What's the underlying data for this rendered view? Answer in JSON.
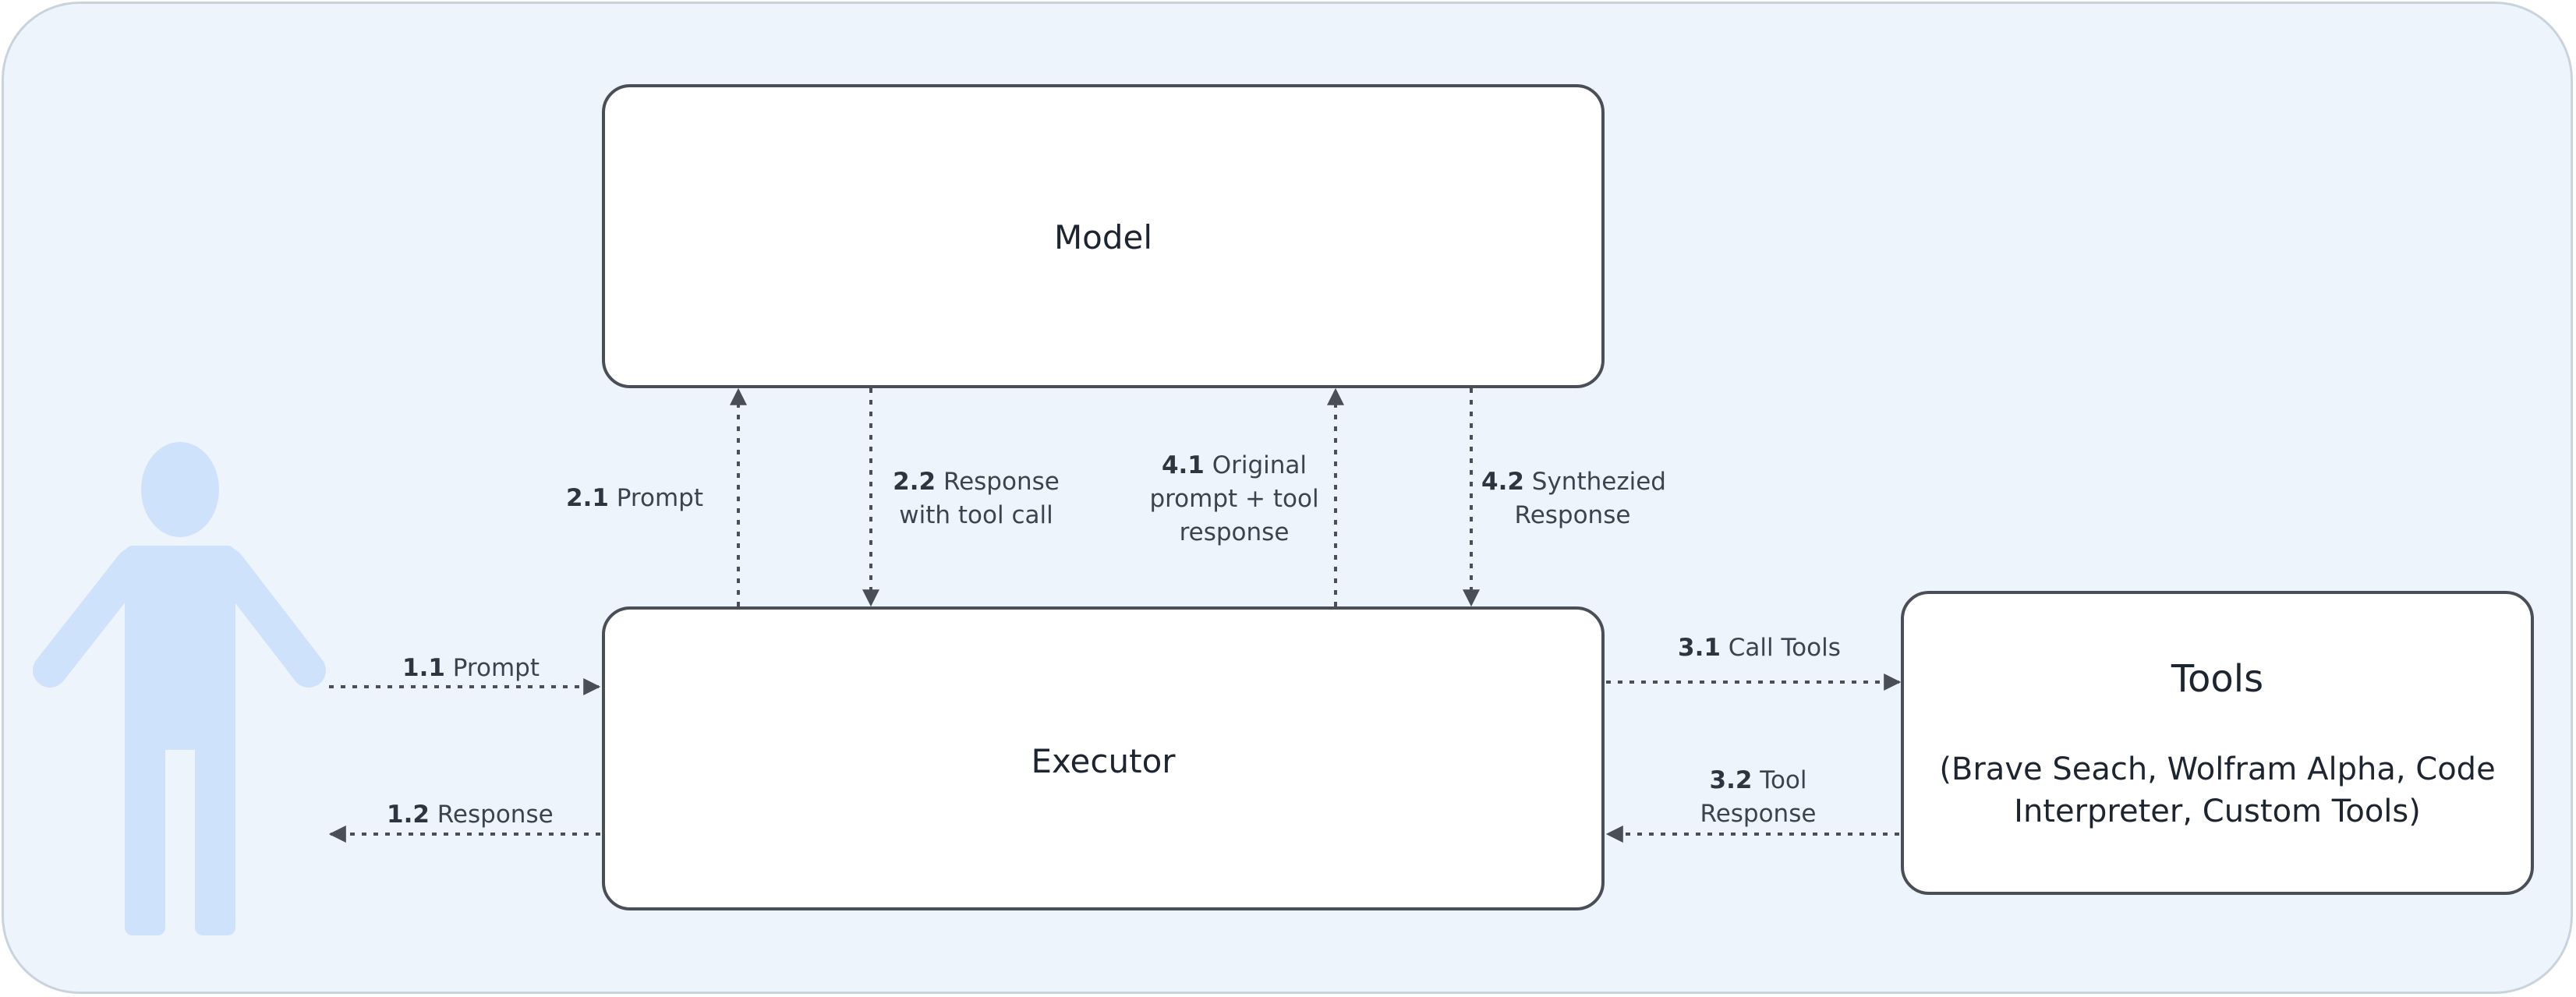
{
  "nodes": {
    "model": "Model",
    "executor": "Executor",
    "tools": {
      "title": "Tools",
      "description": "(Brave Seach, Wolfram Alpha, Code Interpreter, Custom Tools)"
    }
  },
  "edges": {
    "e1_1": {
      "num": "1.1",
      "text": "Prompt"
    },
    "e1_2": {
      "num": "1.2",
      "text": "Response"
    },
    "e2_1": {
      "num": "2.1",
      "text": "Prompt"
    },
    "e2_2": {
      "num": "2.2",
      "text": "Response",
      "text2": "with tool call"
    },
    "e4_1": {
      "num": "4.1",
      "text": "Original",
      "text2": "prompt + tool",
      "text3": "response"
    },
    "e4_2": {
      "num": "4.2",
      "text": "Synthezied",
      "text2": "Response"
    },
    "e3_1": {
      "num": "3.1",
      "text": "Call Tools"
    },
    "e3_2": {
      "num": "3.2",
      "text": "Tool",
      "text2": "Response"
    }
  },
  "colors": {
    "background": "#edf4fc",
    "border": "#c9d3dd",
    "box_stroke": "#4a4f57",
    "arrow": "#4a4f57",
    "person": "#cfe2fb"
  },
  "icons": {
    "user": "person-silhouette-icon"
  }
}
